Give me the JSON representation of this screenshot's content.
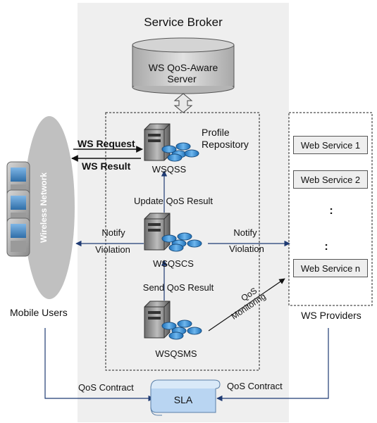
{
  "broker": {
    "title": "Service Broker",
    "server_line1": "WS QoS-Aware",
    "server_line2": "Server"
  },
  "servers": {
    "wsqss": "WSQSS",
    "wsqscs": "WSQSCS",
    "wsqsms": "WSQSMS",
    "repository_line1": "Profile",
    "repository_line2": "Repository"
  },
  "flows": {
    "ws_request": "WS Request",
    "ws_result": "WS Result",
    "update_qos": "Update QoS Result",
    "send_qos": "Send QoS Result",
    "notify_left_1": "Notify",
    "notify_left_2": "Violation",
    "notify_right_1": "Notify",
    "notify_right_2": "Violation",
    "qos_monitoring_1": "QoS",
    "qos_monitoring_2": "Monitoring",
    "qos_contract_left": "QoS Contract",
    "qos_contract_right": "QoS Contract"
  },
  "network": {
    "wireless": "Wireless Network",
    "mobile_users": "Mobile Users"
  },
  "providers": {
    "services": [
      "Web Service 1",
      "Web Service 2",
      "Web Service n"
    ],
    "ellipsis": ":",
    "label": "WS Providers"
  },
  "sla": {
    "label": "SLA"
  },
  "colors": {
    "broker_bg": "#efefef",
    "server_db": "#c9c9c9",
    "arrow_blue": "#1f3b73",
    "disk_blue": "#3a8fd6",
    "sla_fill": "#b9d5f2"
  }
}
